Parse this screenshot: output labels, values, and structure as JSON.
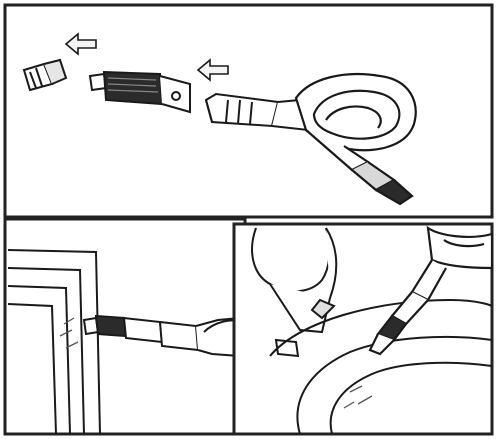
{
  "figure": {
    "panels": [
      {
        "id": "assembly",
        "content": "disassembly-of-nozzle-attachments"
      },
      {
        "id": "window-frame",
        "content": "nozzle-cleaning-window-frame"
      },
      {
        "id": "toilet",
        "content": "nozzle-cleaning-toilet-bowl"
      }
    ],
    "colors": {
      "ink": "#1a1a1a",
      "paper": "#ffffff",
      "border": "#222222",
      "hatch": "#555555",
      "arrow-fill": "#f4f4f4"
    },
    "icons": [
      "left-arrow-icon",
      "left-arrow-icon"
    ]
  }
}
